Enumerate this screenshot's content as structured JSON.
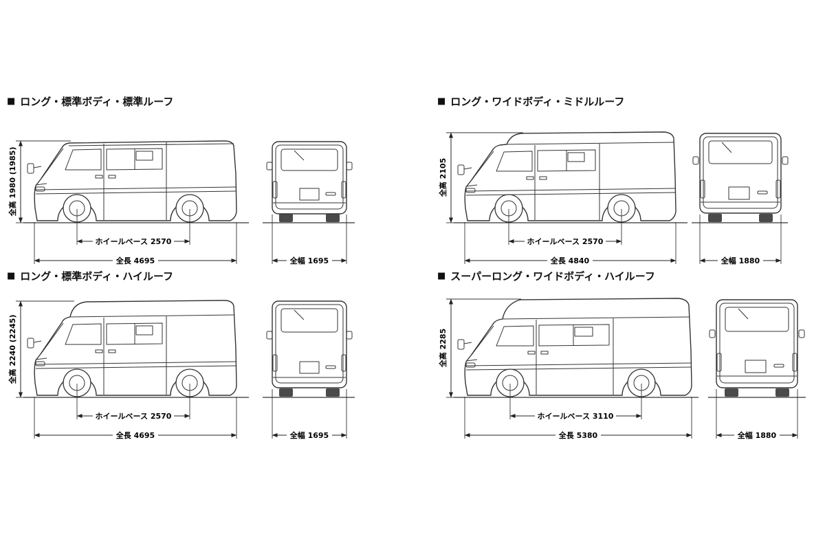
{
  "marker": "■",
  "panels": [
    {
      "title": "ロング・標準ボディ・標準ルーフ",
      "dimensions": {
        "height": "全高 1980 (1985)",
        "wheelbase": "ホイールベース 2570",
        "length": "全長 4695",
        "width": "全幅 1695"
      }
    },
    {
      "title": "ロング・ワイドボディ・ミドルルーフ",
      "dimensions": {
        "height": "全高 2105",
        "wheelbase": "ホイールベース 2570",
        "length": "全長 4840",
        "width": "全幅 1880"
      }
    },
    {
      "title": "ロング・標準ボディ・ハイルーフ",
      "dimensions": {
        "height": "全高 2240 (2245)",
        "wheelbase": "ホイールベース 2570",
        "length": "全長 4695",
        "width": "全幅 1695"
      }
    },
    {
      "title": "スーパーロング・ワイドボディ・ハイルーフ",
      "dimensions": {
        "height": "全高 2285",
        "wheelbase": "ホイールベース 3110",
        "length": "全長 5380",
        "width": "全幅 1880"
      }
    }
  ],
  "colors": {
    "line": "#333333",
    "text": "#000000"
  }
}
